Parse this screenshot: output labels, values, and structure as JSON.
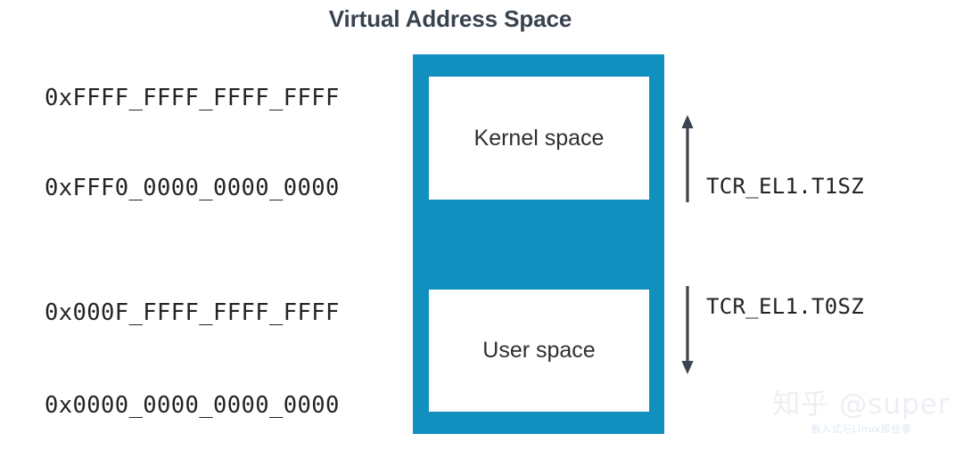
{
  "title": "Virtual Address Space",
  "colors": {
    "block_fill": "#1190bf",
    "region_fill": "#ffffff",
    "title_text": "#39434f",
    "label_text": "#232323",
    "arrow": "#3b4450",
    "watermark": "#eceff3"
  },
  "addresses": {
    "top": "0xFFFF_FFFF_FFFF_FFFF",
    "kernel_base": "0xFFF0_0000_0000_0000",
    "user_top": "0x000F_FFFF_FFFF_FFFF",
    "zero": "0x0000_0000_0000_0000"
  },
  "regions": {
    "kernel": "Kernel space",
    "user": "User space"
  },
  "annotations": {
    "ttbr1": {
      "label": "TCR_EL1.T1SZ",
      "arrow_direction": "up"
    },
    "ttbr0": {
      "label": "TCR_EL1.T0SZ",
      "arrow_direction": "down"
    }
  },
  "watermark": {
    "main": "知乎 @super",
    "sub": "嵌入式与Linux那些事"
  }
}
